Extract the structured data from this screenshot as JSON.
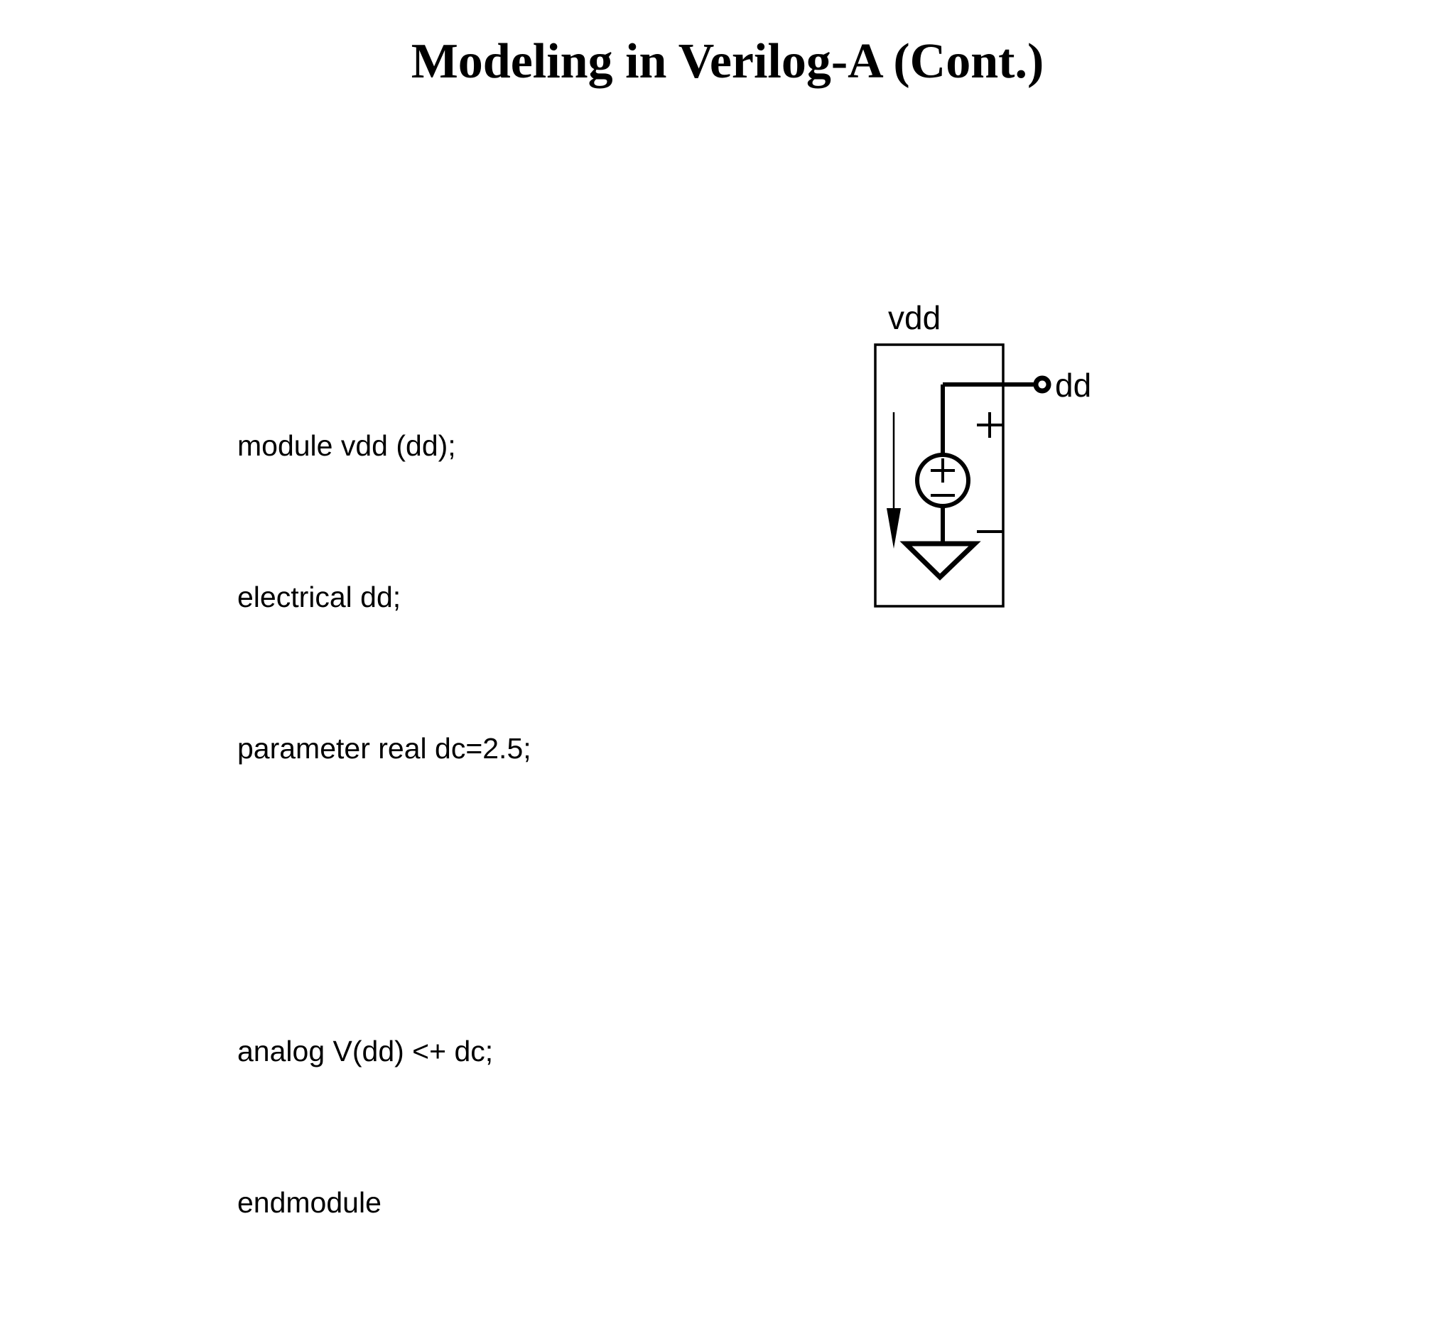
{
  "slide": {
    "title": "Modeling in Verilog-A (Cont.)",
    "background_color": "#ffffff",
    "foreground_color": "#000000"
  },
  "code": {
    "lines": [
      "module vdd (dd);",
      "electrical dd;",
      "parameter real dc=2.5;",
      "",
      "analog V(dd) <+ dc;",
      "endmodule"
    ]
  },
  "circuit": {
    "module_label": "vdd",
    "terminal_label": "dd",
    "source_plus_inner": "+",
    "source_minus_inner": "−",
    "port_plus": "+",
    "port_minus": "−",
    "stroke_color": "#000000"
  }
}
